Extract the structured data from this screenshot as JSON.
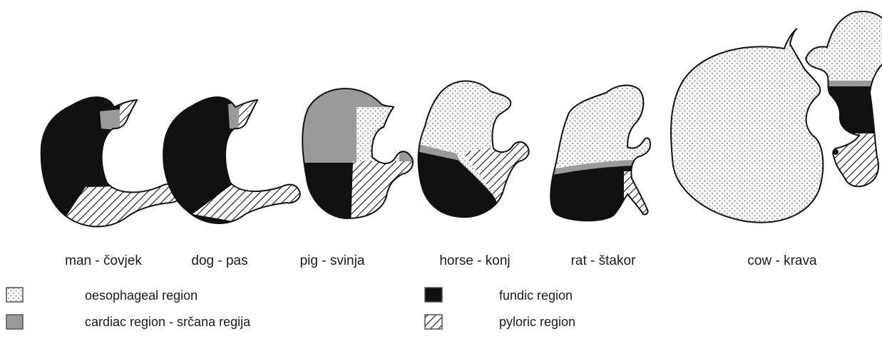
{
  "species": [
    {
      "id": "man",
      "label": "man - čovjek"
    },
    {
      "id": "dog",
      "label": "dog - pas"
    },
    {
      "id": "pig",
      "label": "pig - svinja"
    },
    {
      "id": "horse",
      "label": "horse - konj"
    },
    {
      "id": "rat",
      "label": "rat - štakor"
    },
    {
      "id": "cow",
      "label": "cow - krava"
    }
  ],
  "legend": [
    {
      "id": "oesophageal",
      "label": "oesophageal region",
      "pattern": "dots"
    },
    {
      "id": "cardiac",
      "label": "cardiac region - srčana regija",
      "pattern": "gray",
      "color": "#9a9a9a"
    },
    {
      "id": "fundic",
      "label": "fundic region",
      "pattern": "black",
      "color": "#111111"
    },
    {
      "id": "pyloric",
      "label": "pyloric region",
      "pattern": "hatch"
    }
  ]
}
